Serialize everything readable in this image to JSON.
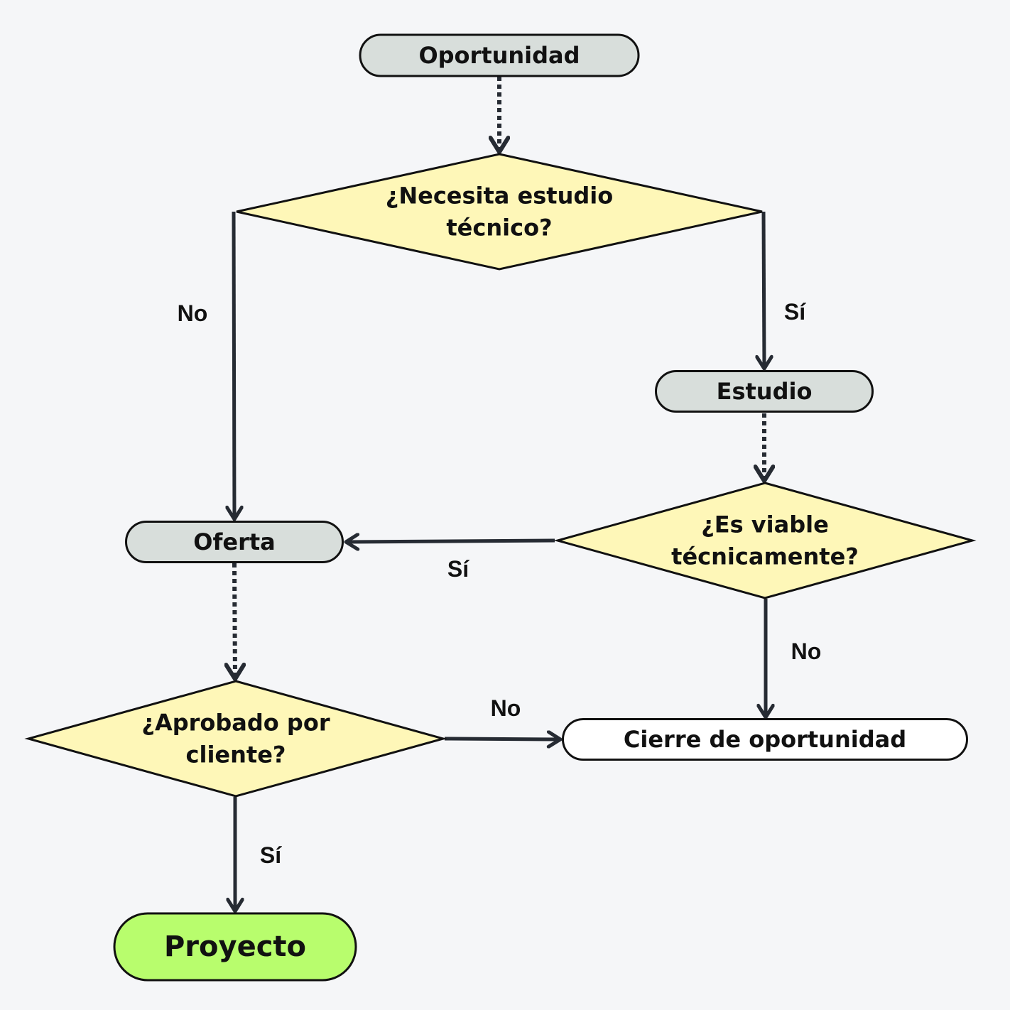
{
  "diagram": {
    "title": "Flujo de oportunidad",
    "colors": {
      "background": "#f5f6f8",
      "process_fill": "#d8dedb",
      "decision_fill": "#fef7b8",
      "terminal_fill": "#ffffff",
      "final_fill": "#b8fd6d",
      "stroke": "#111111",
      "edge": "#262b33"
    },
    "nodes": [
      {
        "id": "oportunidad",
        "type": "process",
        "lines": [
          "Oportunidad"
        ]
      },
      {
        "id": "necesita-estudio",
        "type": "decision",
        "lines": [
          "¿Necesita estudio",
          "técnico?"
        ]
      },
      {
        "id": "estudio",
        "type": "process",
        "lines": [
          "Estudio"
        ]
      },
      {
        "id": "es-viable",
        "type": "decision",
        "lines": [
          "¿Es viable",
          "técnicamente?"
        ]
      },
      {
        "id": "oferta",
        "type": "process",
        "lines": [
          "Oferta"
        ]
      },
      {
        "id": "aprobado",
        "type": "decision",
        "lines": [
          "¿Aprobado por",
          "cliente?"
        ]
      },
      {
        "id": "cierre",
        "type": "terminal",
        "lines": [
          "Cierre de oportunidad"
        ]
      },
      {
        "id": "proyecto",
        "type": "final",
        "lines": [
          "Proyecto"
        ]
      }
    ],
    "edges": [
      {
        "from": "oportunidad",
        "to": "necesita-estudio",
        "style": "dotted",
        "label": ""
      },
      {
        "from": "necesita-estudio",
        "to": "oferta",
        "style": "solid",
        "label": "No"
      },
      {
        "from": "necesita-estudio",
        "to": "estudio",
        "style": "solid",
        "label": "Sí"
      },
      {
        "from": "estudio",
        "to": "es-viable",
        "style": "dotted",
        "label": ""
      },
      {
        "from": "es-viable",
        "to": "oferta",
        "style": "solid",
        "label": "Sí"
      },
      {
        "from": "es-viable",
        "to": "cierre",
        "style": "solid",
        "label": "No"
      },
      {
        "from": "oferta",
        "to": "aprobado",
        "style": "dotted",
        "label": ""
      },
      {
        "from": "aprobado",
        "to": "cierre",
        "style": "solid",
        "label": "No"
      },
      {
        "from": "aprobado",
        "to": "proyecto",
        "style": "solid",
        "label": "Sí"
      }
    ]
  }
}
